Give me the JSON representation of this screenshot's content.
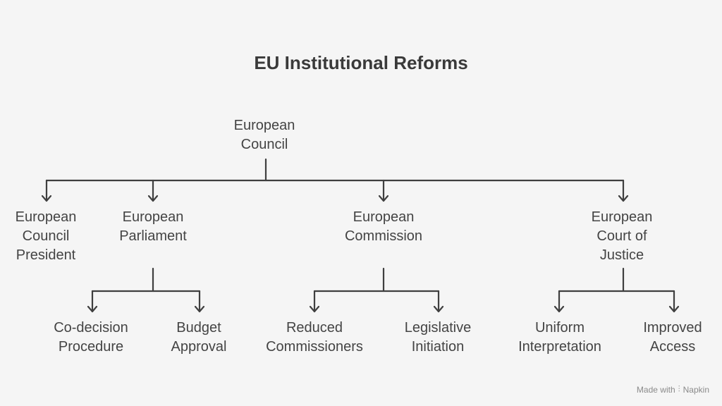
{
  "title": "EU Institutional Reforms",
  "nodes": {
    "root": [
      "European",
      "Council"
    ],
    "president": [
      "European",
      "Council",
      "President"
    ],
    "parliament": [
      "European",
      "Parliament"
    ],
    "commission": [
      "European",
      "Commission"
    ],
    "court": [
      "European",
      "Court of",
      "Justice"
    ],
    "codecision": [
      "Co-decision",
      "Procedure"
    ],
    "budget": [
      "Budget",
      "Approval"
    ],
    "reduced": [
      "Reduced",
      "Commissioners"
    ],
    "legislative": [
      "Legislative",
      "Initiation"
    ],
    "uniform": [
      "Uniform",
      "Interpretation"
    ],
    "access": [
      "Improved",
      "Access"
    ]
  },
  "watermark": {
    "prefix": "Made with",
    "brand": "Napkin"
  },
  "colors": {
    "line": "#3f3f3f",
    "text": "#444444",
    "background": "#f5f5f5"
  }
}
